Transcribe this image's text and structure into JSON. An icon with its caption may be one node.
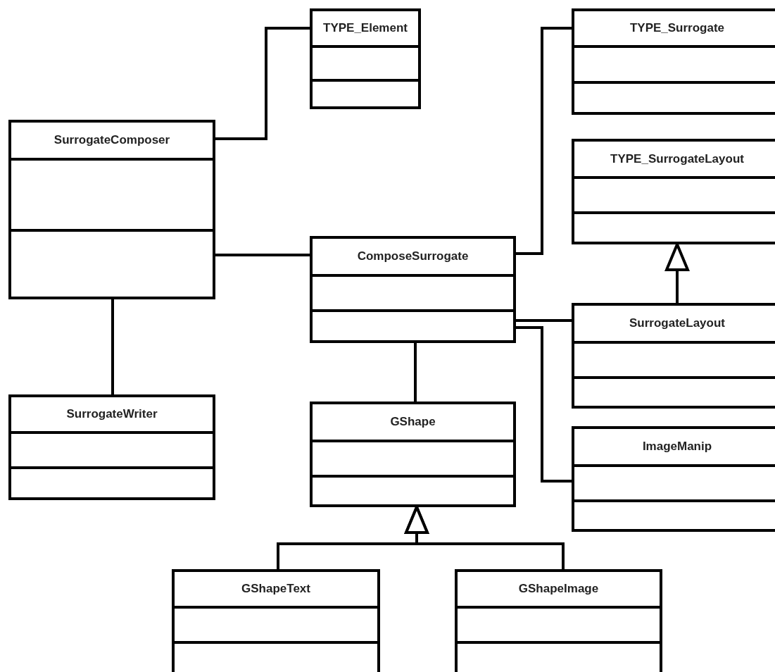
{
  "diagram": {
    "nodes": [
      {
        "text": [
          "TYPE_Element"
        ]
      },
      {
        "text": [
          "TYPE_Surrogate"
        ]
      },
      {
        "text": [
          "SurrogateComposer"
        ]
      },
      {
        "text": [
          "TYPE_SurrogateLayout"
        ]
      },
      {
        "text": [
          "ComposeSurrogate"
        ]
      },
      {
        "text": [
          "SurrogateLayout"
        ]
      },
      {
        "text": [
          "SurrogateWriter"
        ]
      },
      {
        "text": [
          "GShape"
        ]
      },
      {
        "text": [
          "ImageManip"
        ]
      },
      {
        "text": [
          "GShapeText"
        ]
      },
      {
        "text": [
          "GShapeImage"
        ]
      }
    ],
    "edges": [
      {
        "from": 2,
        "to": 0,
        "arrow": "none"
      },
      {
        "from": 2,
        "to": 4,
        "arrow": "none"
      },
      {
        "from": 2,
        "to": 6,
        "arrow": "none"
      },
      {
        "from": 4,
        "to": 1,
        "arrow": "none"
      },
      {
        "from": 4,
        "to": 7,
        "arrow": "none"
      },
      {
        "from": 4,
        "to": 5,
        "arrow": "none"
      },
      {
        "from": 4,
        "to": 8,
        "arrow": "none"
      },
      {
        "from": 5,
        "to": 3,
        "arrow": "to"
      },
      {
        "from": 9,
        "to": 7,
        "arrow": "to"
      },
      {
        "from": 10,
        "to": 7,
        "arrow": "to"
      }
    ]
  }
}
